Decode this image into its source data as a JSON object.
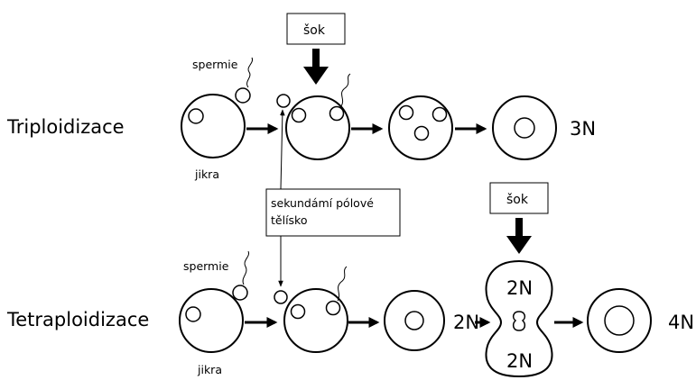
{
  "rows": {
    "triploid": {
      "label": "Triploidizace",
      "sperm_label": "spermie",
      "egg_label": "jikra",
      "shock_label": "šok",
      "result_label": "3N"
    },
    "tetraploid": {
      "label": "Tetraploidizace",
      "sperm_label": "spermie",
      "egg_label": "jikra",
      "shock_label": "šok",
      "intermediate_label": "2N",
      "lobe_top_label": "2N",
      "lobe_bottom_label": "2N",
      "result_label": "4N"
    }
  },
  "polar_body_callout": {
    "line1": "sekundámí pólové",
    "line2": "tělísko"
  }
}
